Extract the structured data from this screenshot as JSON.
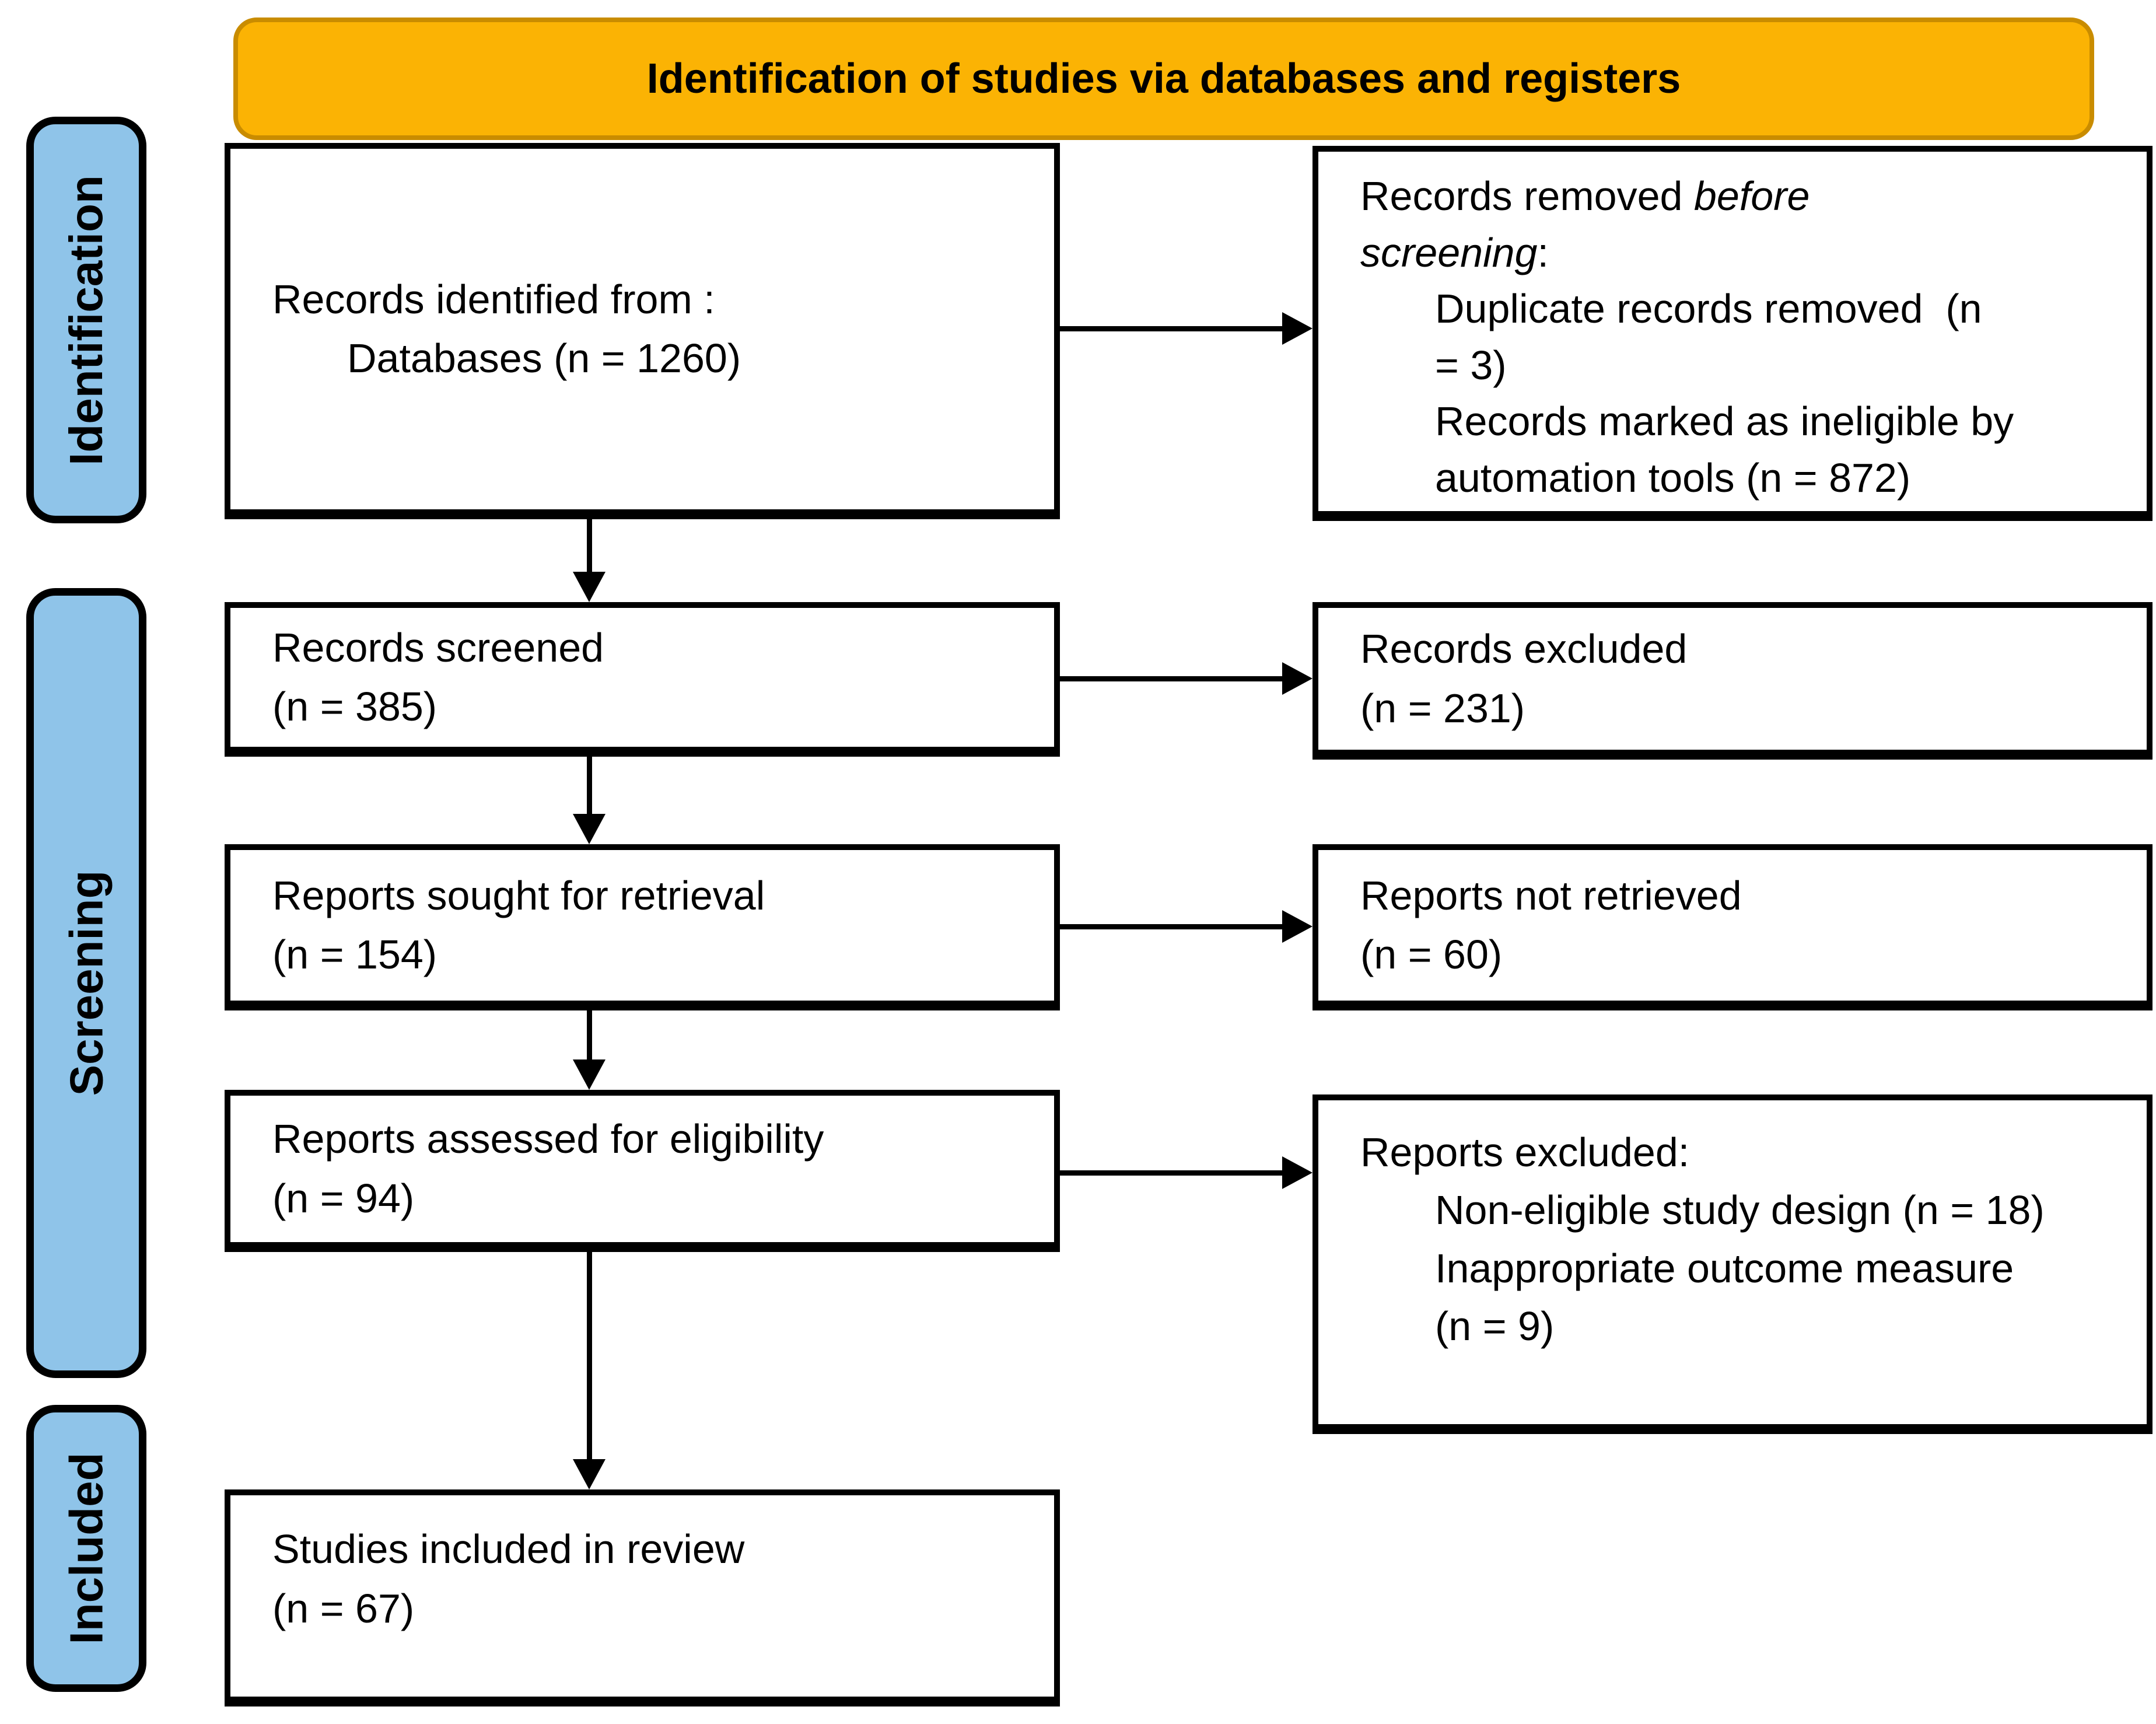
{
  "banner": {
    "title": "Identification of studies via databases and registers"
  },
  "sidebar": {
    "identification": "Identification",
    "screening": "Screening",
    "included": "Included"
  },
  "colors": {
    "banner_bg": "#FBB304",
    "banner_border": "#C98C00",
    "sidebar_bg": "#8FC4E9",
    "box_border": "#000000",
    "arrow": "#000000",
    "background": "#FFFFFF"
  },
  "boxes": {
    "l1": {
      "line1": "Records identified from :",
      "line2": "Databases (n = 1260)"
    },
    "r1": {
      "seg1": "Records removed ",
      "seg2": "before",
      "seg3": "screening",
      "seg4": ":",
      "item1": "Duplicate records removed  (n",
      "item2": "= 3)",
      "item3": "Records marked as ineligible by",
      "item4": "automation tools (n = 872)"
    },
    "l2": {
      "line1": "Records screened",
      "line2": "(n = 385)"
    },
    "r2": {
      "line1": "Records excluded",
      "line2": "(n = 231)"
    },
    "l3": {
      "line1": "Reports sought for retrieval",
      "line2": "(n = 154)"
    },
    "r3": {
      "line1": "Reports not retrieved",
      "line2": "(n = 60)"
    },
    "l4": {
      "line1": "Reports assessed for eligibility",
      "line2": "(n = 94)"
    },
    "r4": {
      "title": "Reports excluded:",
      "item1": "Non-eligible study design (n = 18)",
      "item2": "Inappropriate outcome measure",
      "item3": "(n = 9)"
    },
    "l5": {
      "line1": "Studies included in review",
      "line2": "(n = 67)"
    }
  }
}
